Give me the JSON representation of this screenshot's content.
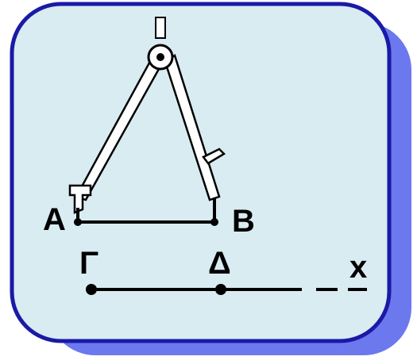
{
  "colors": {
    "shadow": "#6c78ee",
    "card_fill": "#d8ecf2",
    "card_border": "#1a1aa6",
    "compass_fill": "#ffffff",
    "compass_outline": "#000000",
    "line": "#000000"
  },
  "compass": {
    "icon": "drawing-compass-icon"
  },
  "labels": {
    "point_a": "Α",
    "point_b": "Β",
    "point_gamma": "Γ",
    "point_delta": "Δ",
    "ray_x": "x"
  }
}
